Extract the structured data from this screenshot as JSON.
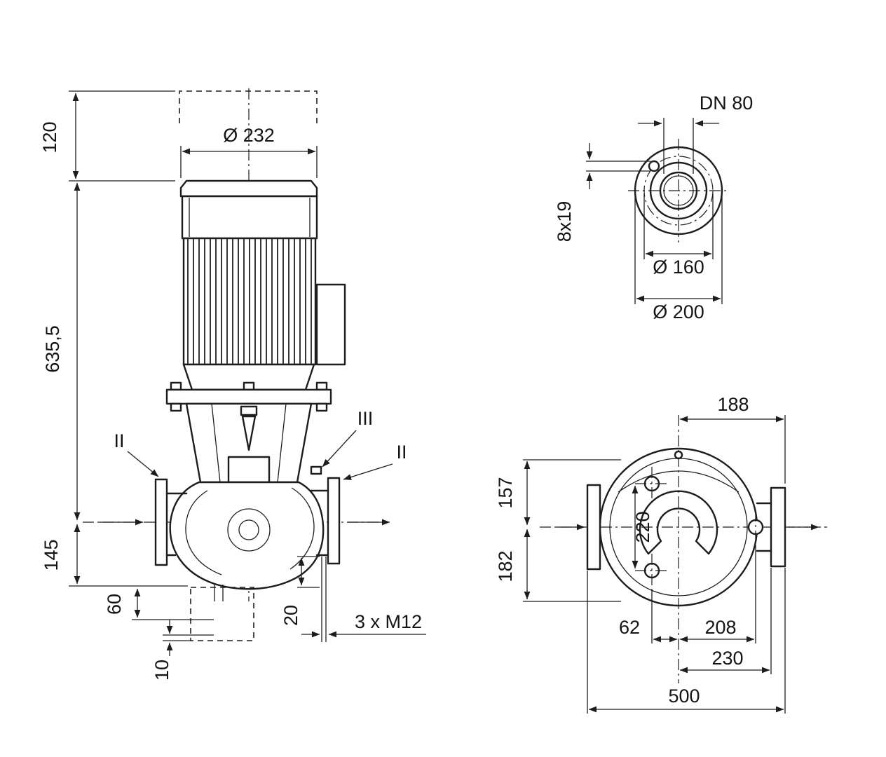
{
  "drawing": {
    "kind": "pump dimensional drawing",
    "colors": {
      "line": "#1d1d1d",
      "background": "#ffffff"
    },
    "views": {
      "front": {
        "dim_motor_clearance": "120",
        "dim_motor_diameter": "Ø 232",
        "dim_height_total": "635,5",
        "dim_centerline_to_base": "145",
        "dim_base_depth": "60",
        "dim_base_offset": "10",
        "dim_foot": "20",
        "label_thread": "3 x M12",
        "label_section_left": "II",
        "label_section_right": "II",
        "label_section_detail": "III"
      },
      "flange": {
        "label_nominal": "DN 80",
        "dim_bolt_holes": "8x19",
        "dim_bolt_circle": "Ø 160",
        "dim_outer": "Ø 200"
      },
      "plan": {
        "dim_width_right": "188",
        "dim_depth_top": "157",
        "dim_bolt_spacing": "220",
        "dim_depth_bottom": "182",
        "dim_bolt_offset": "62",
        "dim_center_to_bolt": "208",
        "dim_center_to_flange": "230",
        "dim_total_length": "500"
      }
    }
  }
}
